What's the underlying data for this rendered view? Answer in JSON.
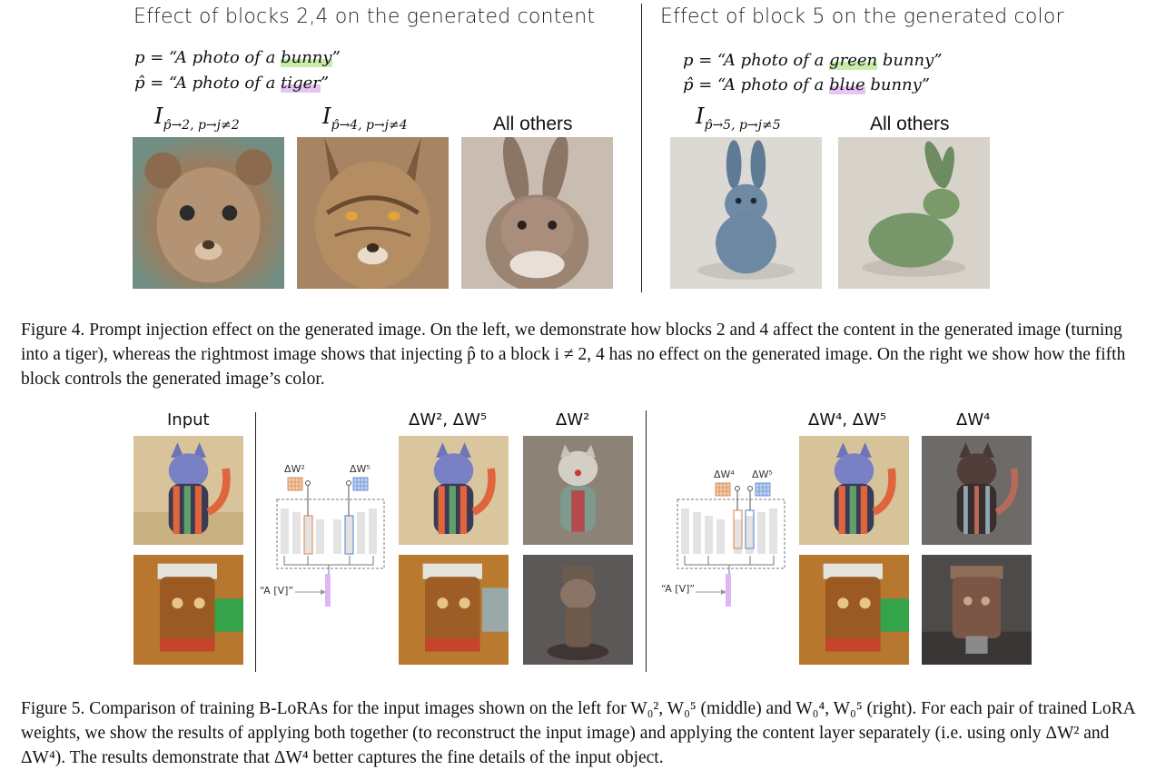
{
  "fig4": {
    "left_title": "Effect of blocks 2,4 on the generated content",
    "right_title": "Effect of block 5 on the generated color",
    "left_prompts": {
      "p_pre": "p = “A photo of a ",
      "p_word": "bunny",
      "p_post": "”",
      "phat_pre": "p̂ = “A photo of a ",
      "phat_word": "tiger",
      "phat_post": "”"
    },
    "right_prompts": {
      "p_pre": "p = “A photo of a ",
      "p_word": "green",
      "p_post": " bunny”",
      "phat_pre": "p̂ = “A photo of a ",
      "phat_word": "blue",
      "phat_post": " bunny”"
    },
    "col_labels": {
      "c1": "I",
      "c1_sub": "p̂→2, p→j≠2",
      "c2": "I",
      "c2_sub": "p̂→4, p→j≠4",
      "c3": "All others",
      "c4": "I",
      "c4_sub": "p̂→5, p→j≠5",
      "c5": "All others"
    },
    "caption": "Figure 4. Prompt injection effect on the generated image. On the left, we demonstrate how blocks 2 and 4 affect the content in the generated image (turning into a tiger), whereas the rightmost image shows that injecting p̂ to a block i ≠ 2, 4 has no effect on the generated image. On the right we show how the fifth block controls the generated image’s color."
  },
  "fig5": {
    "input_label": "Input",
    "mid_labels": {
      "both": "ΔW², ΔW⁵",
      "single": "ΔW²"
    },
    "right_labels": {
      "both": "ΔW⁴, ΔW⁵",
      "single": "ΔW⁴"
    },
    "diag_left": {
      "w_a": "ΔW²",
      "w_b": "ΔW⁵",
      "prompt": "“A [V]”"
    },
    "diag_right": {
      "w_a": "ΔW⁴",
      "w_b": "ΔW⁵",
      "prompt": "“A [V]”"
    },
    "caption": "Figure 5. Comparison of training B-LoRAs for the input images shown on the left for W₀², W₀⁵ (middle) and W₀⁴, W₀⁵ (right). For each pair of trained LoRA weights, we show the results of applying both together (to reconstruct the input image) and applying the content layer separately (i.e. using only ΔW² and ΔW⁴). The results demonstrate that ΔW⁴ better captures the fine details of the input object."
  }
}
